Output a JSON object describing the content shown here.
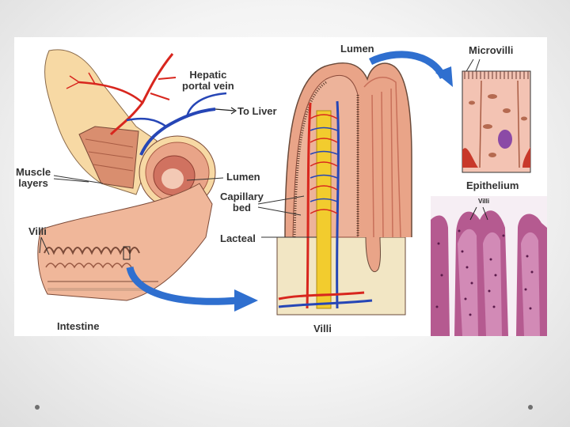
{
  "labels": {
    "hepatic_portal_vein": "Hepatic\nportal vein",
    "to_liver": "To Liver",
    "muscle_layers": "Muscle\nlayers",
    "lumen_left": "Lumen",
    "capillary_bed": "Capillary\nbed",
    "lacteal": "Lacteal",
    "villi_left": "Villi",
    "intestine": "Intestine",
    "lumen_top": "Lumen",
    "microvilli": "Microvilli",
    "epithelium": "Epithelium",
    "villi_bottom": "Villi",
    "villi_micrograph": "Villi"
  },
  "colors": {
    "tissue": "#e9a488",
    "tissue_dark": "#c8705a",
    "outer": "#f7d9a4",
    "artery": "#d8261e",
    "vein": "#2646b6",
    "lacteal": "#f2cc2e",
    "arrow": "#2f6fcf",
    "micrograph": "#b55a90"
  }
}
